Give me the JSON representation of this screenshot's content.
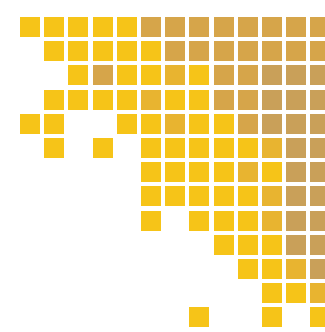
{
  "palette": {
    "background": "#ffffff",
    "yellow": "#f6c418",
    "gold": "#e8b430",
    "ochre": "#d6a54a",
    "tan": "#c9a059"
  },
  "mosaic": {
    "rows": [
      [
        "yellow",
        "yellow",
        "yellow",
        "yellow",
        "yellow",
        "ochre",
        "ochre",
        "ochre",
        "ochre",
        "ochre",
        "ochre",
        "ochre",
        "ochre"
      ],
      [
        null,
        "yellow",
        "yellow",
        "yellow",
        "yellow",
        "yellow",
        "ochre",
        "ochre",
        "ochre",
        "ochre",
        "ochre",
        "ochre",
        "ochre"
      ],
      [
        null,
        null,
        "yellow",
        "ochre",
        "yellow",
        "yellow",
        "gold",
        "yellow",
        "ochre",
        "ochre",
        "tan",
        "tan",
        "tan"
      ],
      [
        null,
        "yellow",
        "yellow",
        "yellow",
        "yellow",
        "gold",
        "yellow",
        "yellow",
        "ochre",
        "ochre",
        "tan",
        "tan",
        "tan"
      ],
      [
        "yellow",
        "yellow",
        null,
        null,
        "yellow",
        "yellow",
        "gold",
        "yellow",
        "yellow",
        "ochre",
        "tan",
        "tan",
        "tan"
      ],
      [
        null,
        "yellow",
        null,
        "yellow",
        null,
        "yellow",
        "yellow",
        "yellow",
        "yellow",
        "yellow",
        "gold",
        "tan",
        "tan"
      ],
      [
        null,
        null,
        null,
        null,
        null,
        "yellow",
        "yellow",
        "yellow",
        "yellow",
        "gold",
        "yellow",
        "tan",
        "tan"
      ],
      [
        null,
        null,
        null,
        null,
        null,
        "yellow",
        "yellow",
        "yellow",
        "yellow",
        "yellow",
        "gold",
        "tan",
        "tan"
      ],
      [
        null,
        null,
        null,
        null,
        null,
        "yellow",
        null,
        "yellow",
        "yellow",
        "yellow",
        "gold",
        "tan",
        "tan"
      ],
      [
        null,
        null,
        null,
        null,
        null,
        null,
        null,
        null,
        "yellow",
        "yellow",
        "yellow",
        "tan",
        "tan"
      ],
      [
        null,
        null,
        null,
        null,
        null,
        null,
        null,
        null,
        null,
        "yellow",
        "yellow",
        "gold",
        "tan"
      ],
      [
        null,
        null,
        null,
        null,
        null,
        null,
        null,
        null,
        null,
        null,
        "yellow",
        "yellow",
        "gold"
      ],
      [
        null,
        null,
        null,
        null,
        null,
        null,
        null,
        "yellow",
        null,
        null,
        "yellow",
        null,
        "yellow"
      ]
    ]
  }
}
